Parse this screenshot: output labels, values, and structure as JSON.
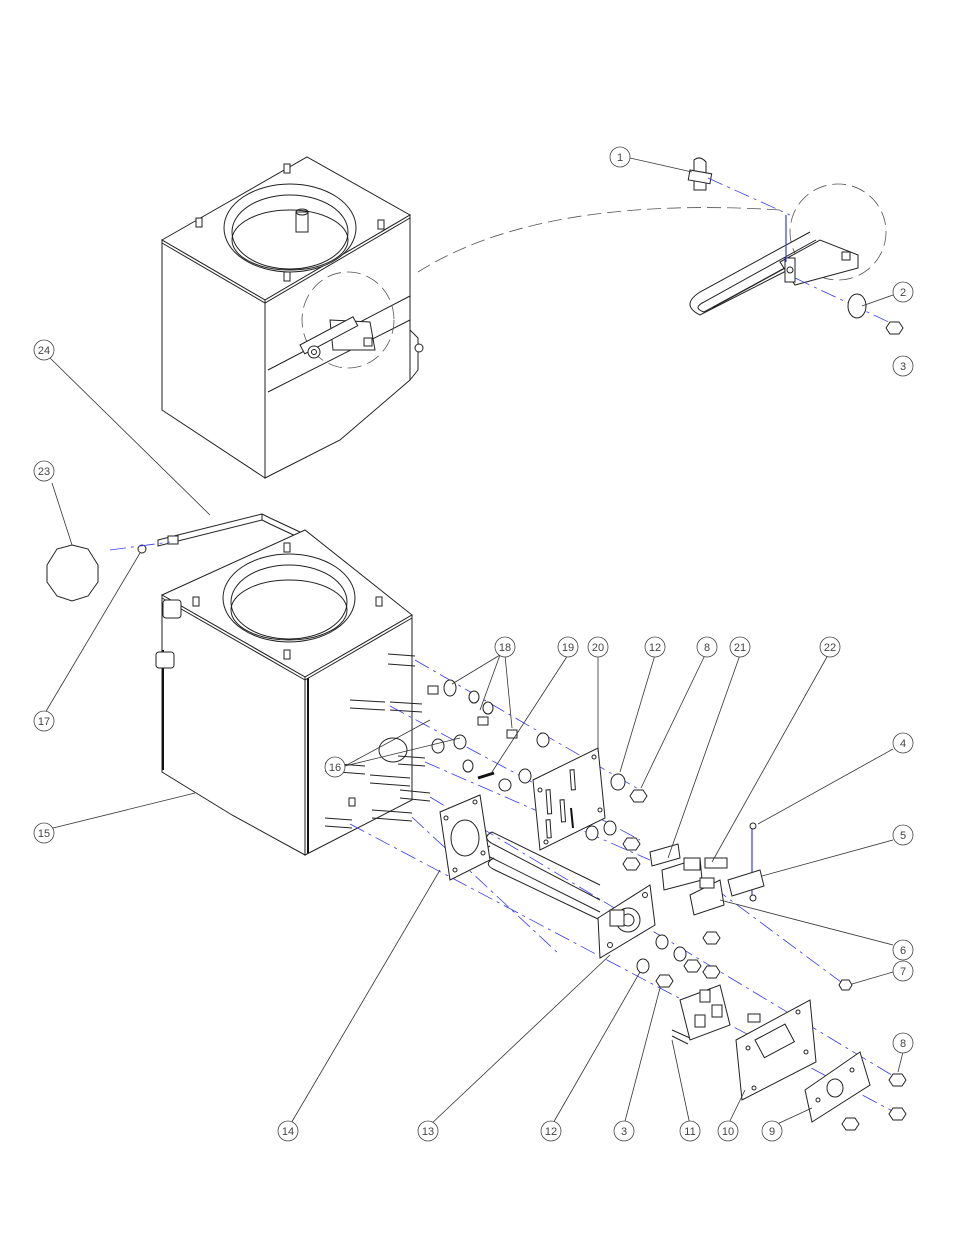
{
  "callouts": [
    {
      "id": "c1",
      "label": "1"
    },
    {
      "id": "c2",
      "label": "2"
    },
    {
      "id": "c3a",
      "label": "3"
    },
    {
      "id": "c24",
      "label": "24"
    },
    {
      "id": "c23",
      "label": "23"
    },
    {
      "id": "c17",
      "label": "17"
    },
    {
      "id": "c18",
      "label": "18"
    },
    {
      "id": "c19",
      "label": "19"
    },
    {
      "id": "c20",
      "label": "20"
    },
    {
      "id": "c12a",
      "label": "12"
    },
    {
      "id": "c8a",
      "label": "8"
    },
    {
      "id": "c21",
      "label": "21"
    },
    {
      "id": "c22",
      "label": "22"
    },
    {
      "id": "c4",
      "label": "4"
    },
    {
      "id": "c5",
      "label": "5"
    },
    {
      "id": "c16",
      "label": "16"
    },
    {
      "id": "c15",
      "label": "15"
    },
    {
      "id": "c6",
      "label": "6"
    },
    {
      "id": "c7",
      "label": "7"
    },
    {
      "id": "c8b",
      "label": "8"
    },
    {
      "id": "c14",
      "label": "14"
    },
    {
      "id": "c13",
      "label": "13"
    },
    {
      "id": "c12b",
      "label": "12"
    },
    {
      "id": "c3b",
      "label": "3"
    },
    {
      "id": "c11",
      "label": "11"
    },
    {
      "id": "c10",
      "label": "10"
    },
    {
      "id": "c9",
      "label": "9"
    }
  ]
}
